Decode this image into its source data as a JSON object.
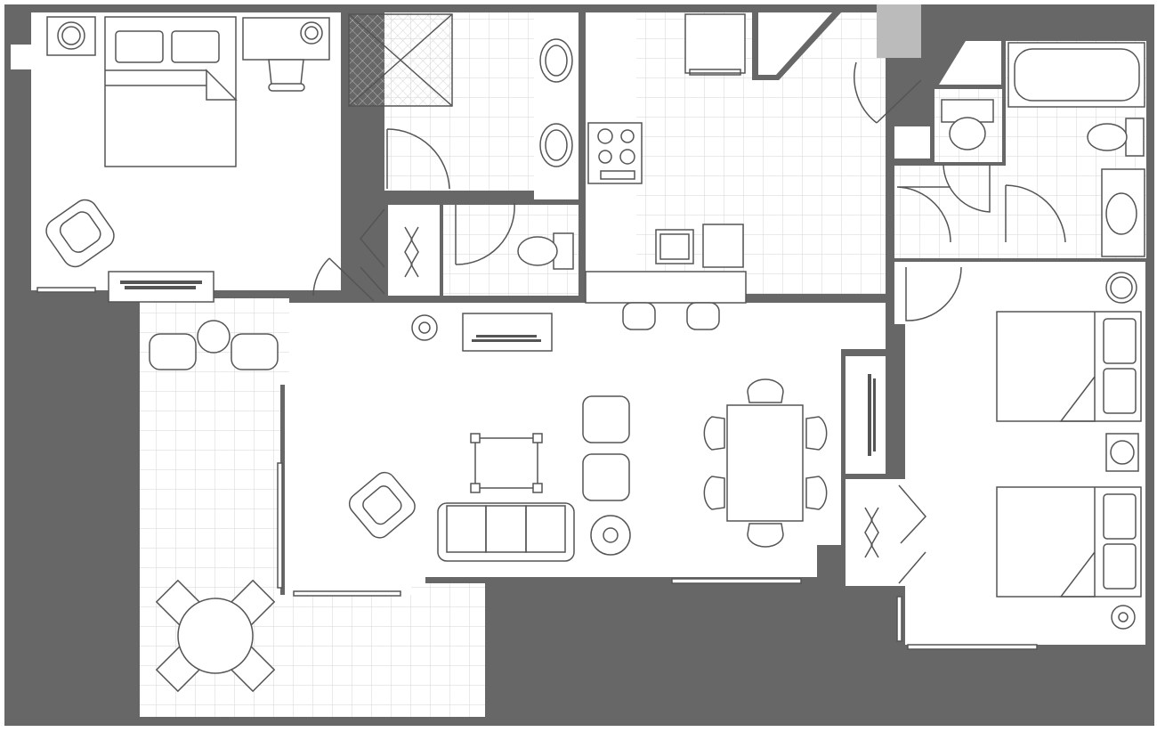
{
  "title": "",
  "colors": {
    "wall": "#676767",
    "floor": "#ffffff",
    "tile_grid": "#d6d6d6",
    "furniture_stroke": "#555555"
  },
  "rooms": [
    "master-bedroom",
    "master-bath",
    "water-closet",
    "closet",
    "kitchen",
    "living-room",
    "dining-area",
    "balcony",
    "second-bath",
    "second-bedroom",
    "hall"
  ]
}
